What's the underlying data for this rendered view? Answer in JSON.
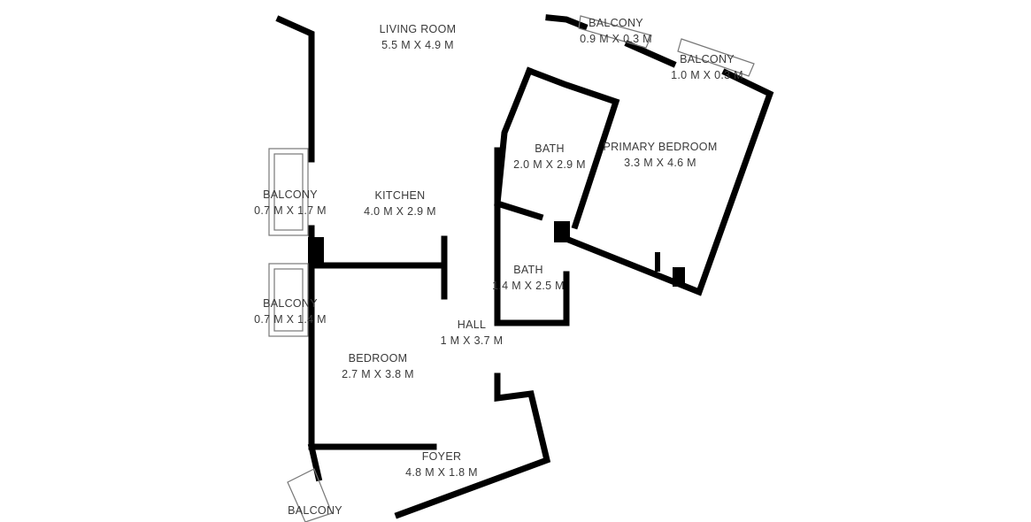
{
  "rooms": [
    {
      "name": "LIVING ROOM",
      "size": "5.5 M X 4.9 M"
    },
    {
      "name": "BALCONY",
      "size": "0.9 M X 0.3 M"
    },
    {
      "name": "BALCONY",
      "size": "1.0 M X 0.3 M"
    },
    {
      "name": "BATH",
      "size": "2.0 M X 2.9 M"
    },
    {
      "name": "PRIMARY BEDROOM",
      "size": "3.3 M X 4.6 M"
    },
    {
      "name": "BALCONY",
      "size": "0.7 M X 1.7 M"
    },
    {
      "name": "KITCHEN",
      "size": "4.0 M X 2.9 M"
    },
    {
      "name": "BATH",
      "size": "1.4 M X 2.5 M"
    },
    {
      "name": "BALCONY",
      "size": "0.7 M X 1.4 M"
    },
    {
      "name": "HALL",
      "size": "1 M X 3.7 M"
    },
    {
      "name": "BEDROOM",
      "size": "2.7 M X 3.8 M"
    },
    {
      "name": "FOYER",
      "size": "4.8 M X 1.8 M"
    },
    {
      "name": "BALCONY",
      "size": ""
    }
  ],
  "colors": {
    "wall": "#000000",
    "text": "#3a3a3a"
  }
}
